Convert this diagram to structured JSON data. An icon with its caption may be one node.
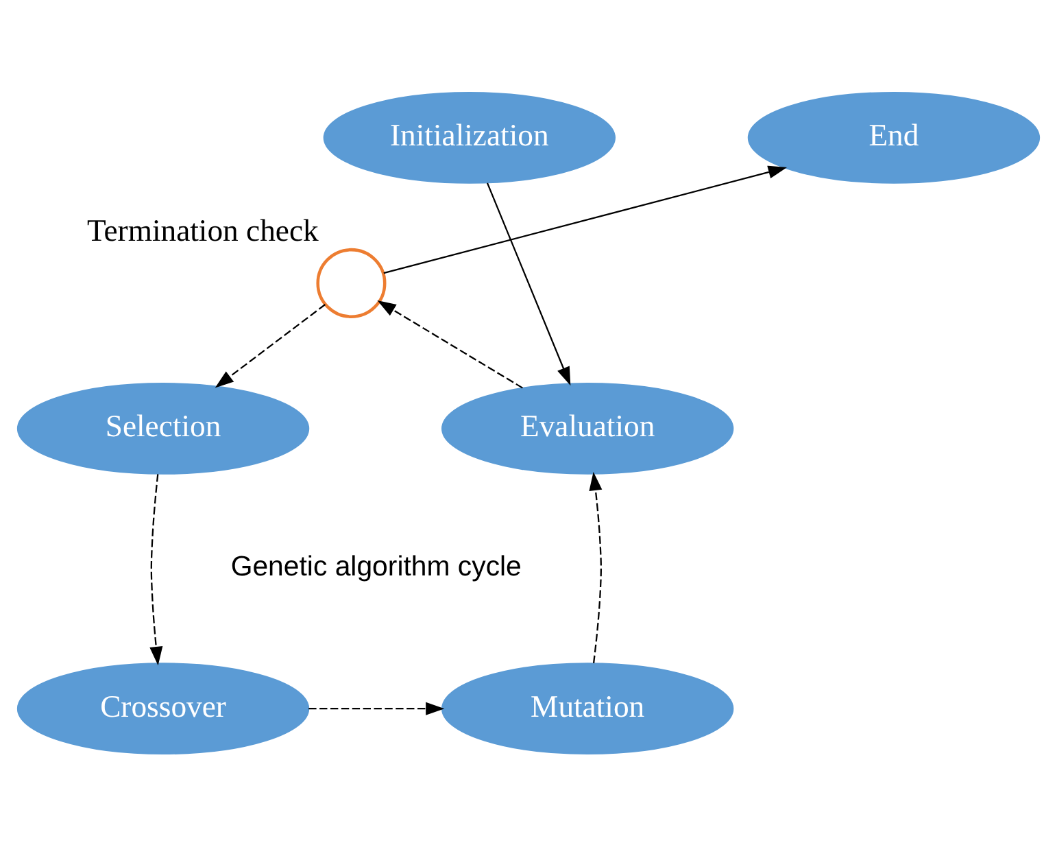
{
  "diagram": {
    "nodes": [
      {
        "text": [
          "Initialization"
        ]
      },
      {
        "text": [
          "End"
        ]
      },
      {
        "text": [],
        "shape": "circle",
        "beside": [
          "Termination check"
        ]
      },
      {
        "text": [
          "Evaluation"
        ]
      },
      {
        "text": [
          "Selection"
        ]
      },
      {
        "text": [
          "Mutation"
        ]
      },
      {
        "text": [
          "Crossover"
        ]
      }
    ],
    "edges": [
      {
        "from": 0,
        "to": 3,
        "arrow": "to"
      },
      {
        "from": 3,
        "to": 2,
        "arrow": "to",
        "style": "dashed"
      },
      {
        "from": 2,
        "to": 1,
        "arrow": "to"
      },
      {
        "from": 2,
        "to": 4,
        "arrow": "to",
        "style": "dashed"
      },
      {
        "from": 4,
        "to": 6,
        "arrow": "to",
        "style": "dashed"
      },
      {
        "from": 6,
        "to": 5,
        "arrow": "to",
        "style": "dashed"
      },
      {
        "from": 5,
        "to": 3,
        "arrow": "to",
        "style": "dashed"
      }
    ],
    "labels": [
      "Genetic algorithm cycle"
    ]
  }
}
